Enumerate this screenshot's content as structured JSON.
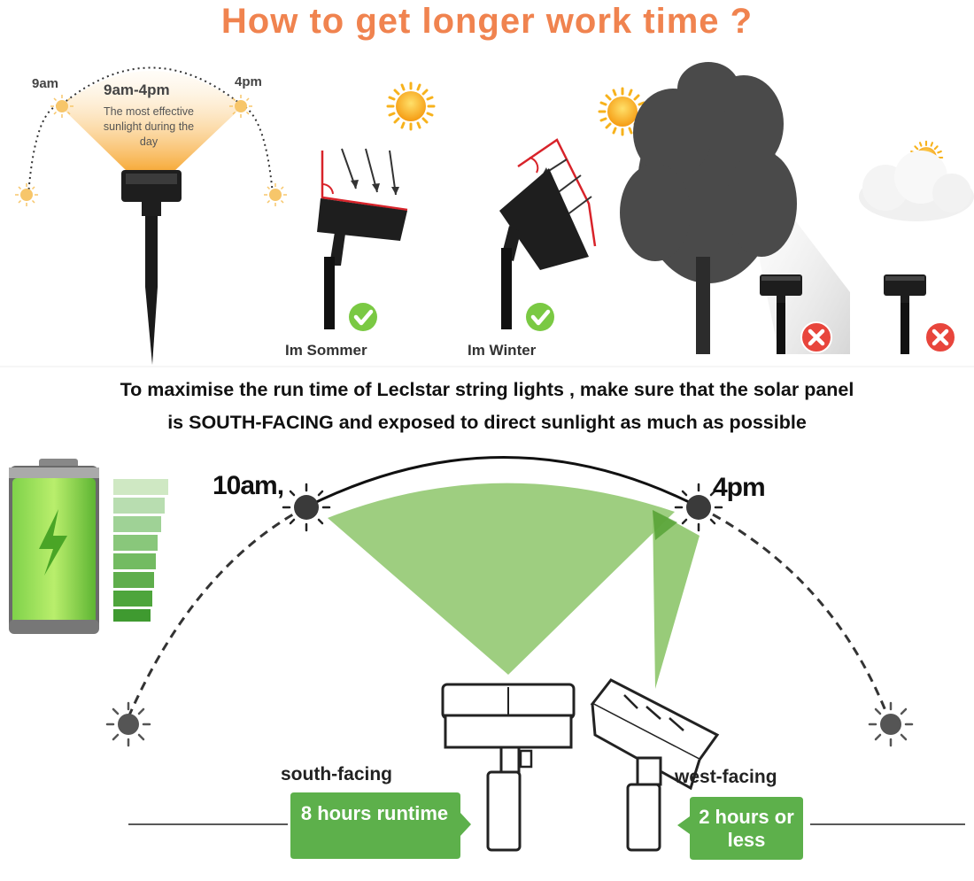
{
  "title": "How to get longer work time ?",
  "top_diagram": {
    "start_time": "9am",
    "end_time": "4pm",
    "range": "9am-4pm",
    "range_note": "The most effective sunlight during the day"
  },
  "angle_examples": {
    "summer_caption": "Im Sommer",
    "winter_caption": "Im Winter"
  },
  "instruction": {
    "line1": "To maximise the run time of Leclstar string lights , make sure that the solar panel",
    "line2": "is SOUTH-FACING and exposed to direct sunlight as much as possible"
  },
  "bottom_diagram": {
    "start_time": "10am,",
    "end_time": "4pm",
    "south_label": "south-facing",
    "south_runtime": "8 hours runtime",
    "west_label": "west-facing",
    "west_runtime": "2 hours or less"
  },
  "icons": [
    "sun-icon",
    "check-icon",
    "cross-icon",
    "battery-icon",
    "bolt-icon",
    "tree-icon",
    "cloud-icon",
    "solar-light-icon"
  ],
  "colors": {
    "title": "#f0834f",
    "green": "#8dc56a",
    "bubble_green": "#5db04b",
    "check_green": "#7ac943",
    "cross_red": "#e8453c",
    "sun_orange": "#f7a51c",
    "sun_grey": "#555555"
  }
}
